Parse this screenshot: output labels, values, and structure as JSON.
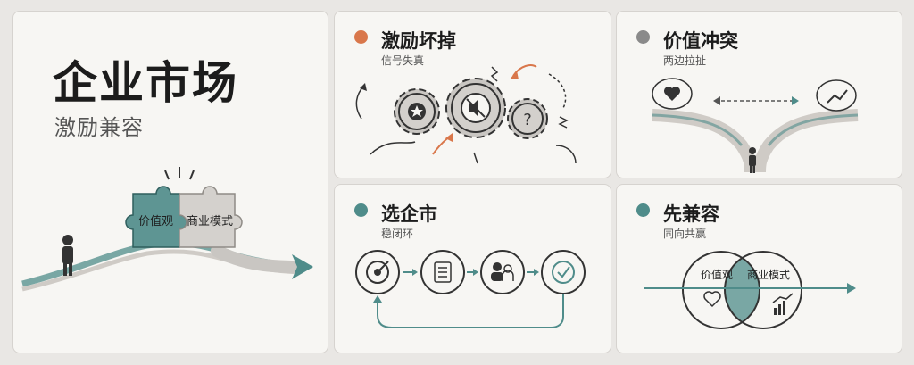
{
  "main": {
    "title": "企业市场",
    "subtitle": "激励兼容",
    "puzzle_left": "价值观",
    "puzzle_right": "商业模式"
  },
  "panels": {
    "incentive": {
      "title": "激励坏掉",
      "subtitle": "信号失真",
      "dot_color": "#d9774b"
    },
    "conflict": {
      "title": "价值冲突",
      "subtitle": "两边拉扯",
      "dot_color": "#8a8a8a"
    },
    "choose": {
      "title": "选企市",
      "subtitle": "稳闭环",
      "dot_color": "#4f8c8a"
    },
    "compat": {
      "title": "先兼容",
      "subtitle": "同向共赢",
      "dot_color": "#4f8c8a",
      "venn_left": "价值观",
      "venn_right": "商业模式"
    }
  },
  "colors": {
    "teal": "#4f8c8a",
    "orange": "#d9774b",
    "gray": "#cfccc8",
    "ink": "#222222"
  }
}
